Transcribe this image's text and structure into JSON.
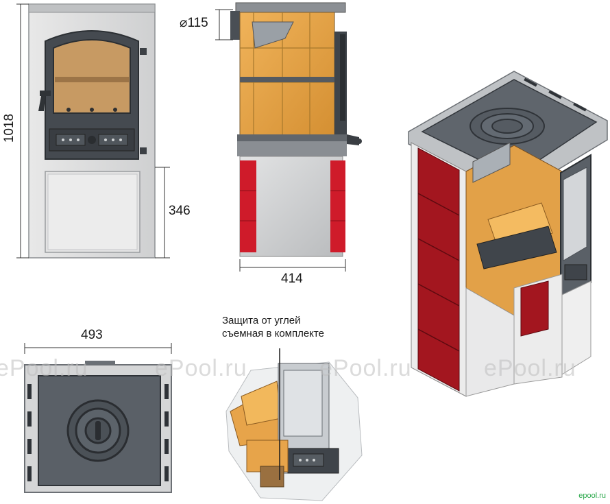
{
  "dimensions": {
    "total_height": "1018",
    "flue_diameter": "⌀115",
    "base_height": "346",
    "side_depth": "414",
    "top_width": "493"
  },
  "annotation": {
    "text": "Защита от углей\nсъемная в комплекте"
  },
  "watermarks": [
    "ePool.ru",
    "ePool.ru",
    "ePool.ru",
    "ePool.ru"
  ],
  "brand_mark": "epool.ru",
  "colors": {
    "metal_dark": "#3e4348",
    "metal_mid": "#6d7379",
    "panel_light": "#d9dadb",
    "firebrick": "#e0a24a",
    "firebrick_dark": "#b77a2a",
    "tile_red": "#a3161f",
    "glass": "#c9a27a"
  },
  "icons": [
    "door-handle-icon",
    "air-regulator-icon",
    "hob-ring-icon"
  ]
}
